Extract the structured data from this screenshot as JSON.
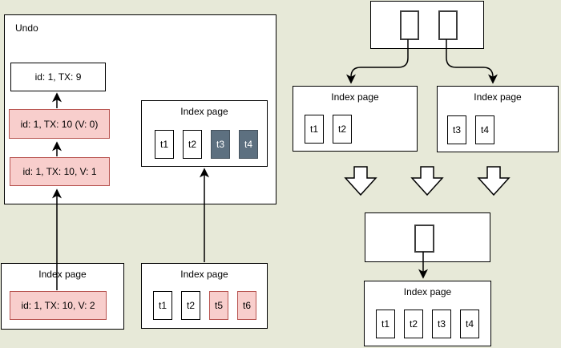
{
  "colors": {
    "background": "#e7e9d8",
    "box_fill": "#ffffff",
    "box_border": "#000000",
    "pink_fill": "#f8cecc",
    "pink_border": "#b85450",
    "dark_cell_fill": "#5d7080",
    "dark_cell_border": "#46535e",
    "dark_cell_text": "#ffffff"
  },
  "undo": {
    "label": "Undo",
    "records": [
      {
        "text": "id: 1, TX: 9",
        "style": "white"
      },
      {
        "text": "id: 1, TX: 10 (V: 0)",
        "style": "pink"
      },
      {
        "text": "id: 1, TX: 10, V: 1",
        "style": "pink"
      }
    ]
  },
  "pages": {
    "undo_page": {
      "title": "Index page",
      "cells": [
        {
          "label": "t1"
        },
        {
          "label": "t2"
        },
        {
          "label": "t3"
        },
        {
          "label": "t4"
        }
      ]
    },
    "bottom_left": {
      "title": "Index page",
      "record": "id: 1, TX: 10, V: 2"
    },
    "bottom_mid": {
      "title": "Index page",
      "cells": [
        {
          "label": "t1"
        },
        {
          "label": "t2"
        },
        {
          "label": "t5"
        },
        {
          "label": "t6"
        }
      ]
    },
    "right_left": {
      "title": "Index page",
      "cells": [
        {
          "label": "t1"
        },
        {
          "label": "t2"
        }
      ]
    },
    "right_right": {
      "title": "Index page",
      "cells": [
        {
          "label": "t3"
        },
        {
          "label": "t4"
        }
      ]
    },
    "right_bottom": {
      "title": "Index page",
      "cells": [
        {
          "label": "t1"
        },
        {
          "label": "t2"
        },
        {
          "label": "t3"
        },
        {
          "label": "t4"
        }
      ]
    }
  }
}
